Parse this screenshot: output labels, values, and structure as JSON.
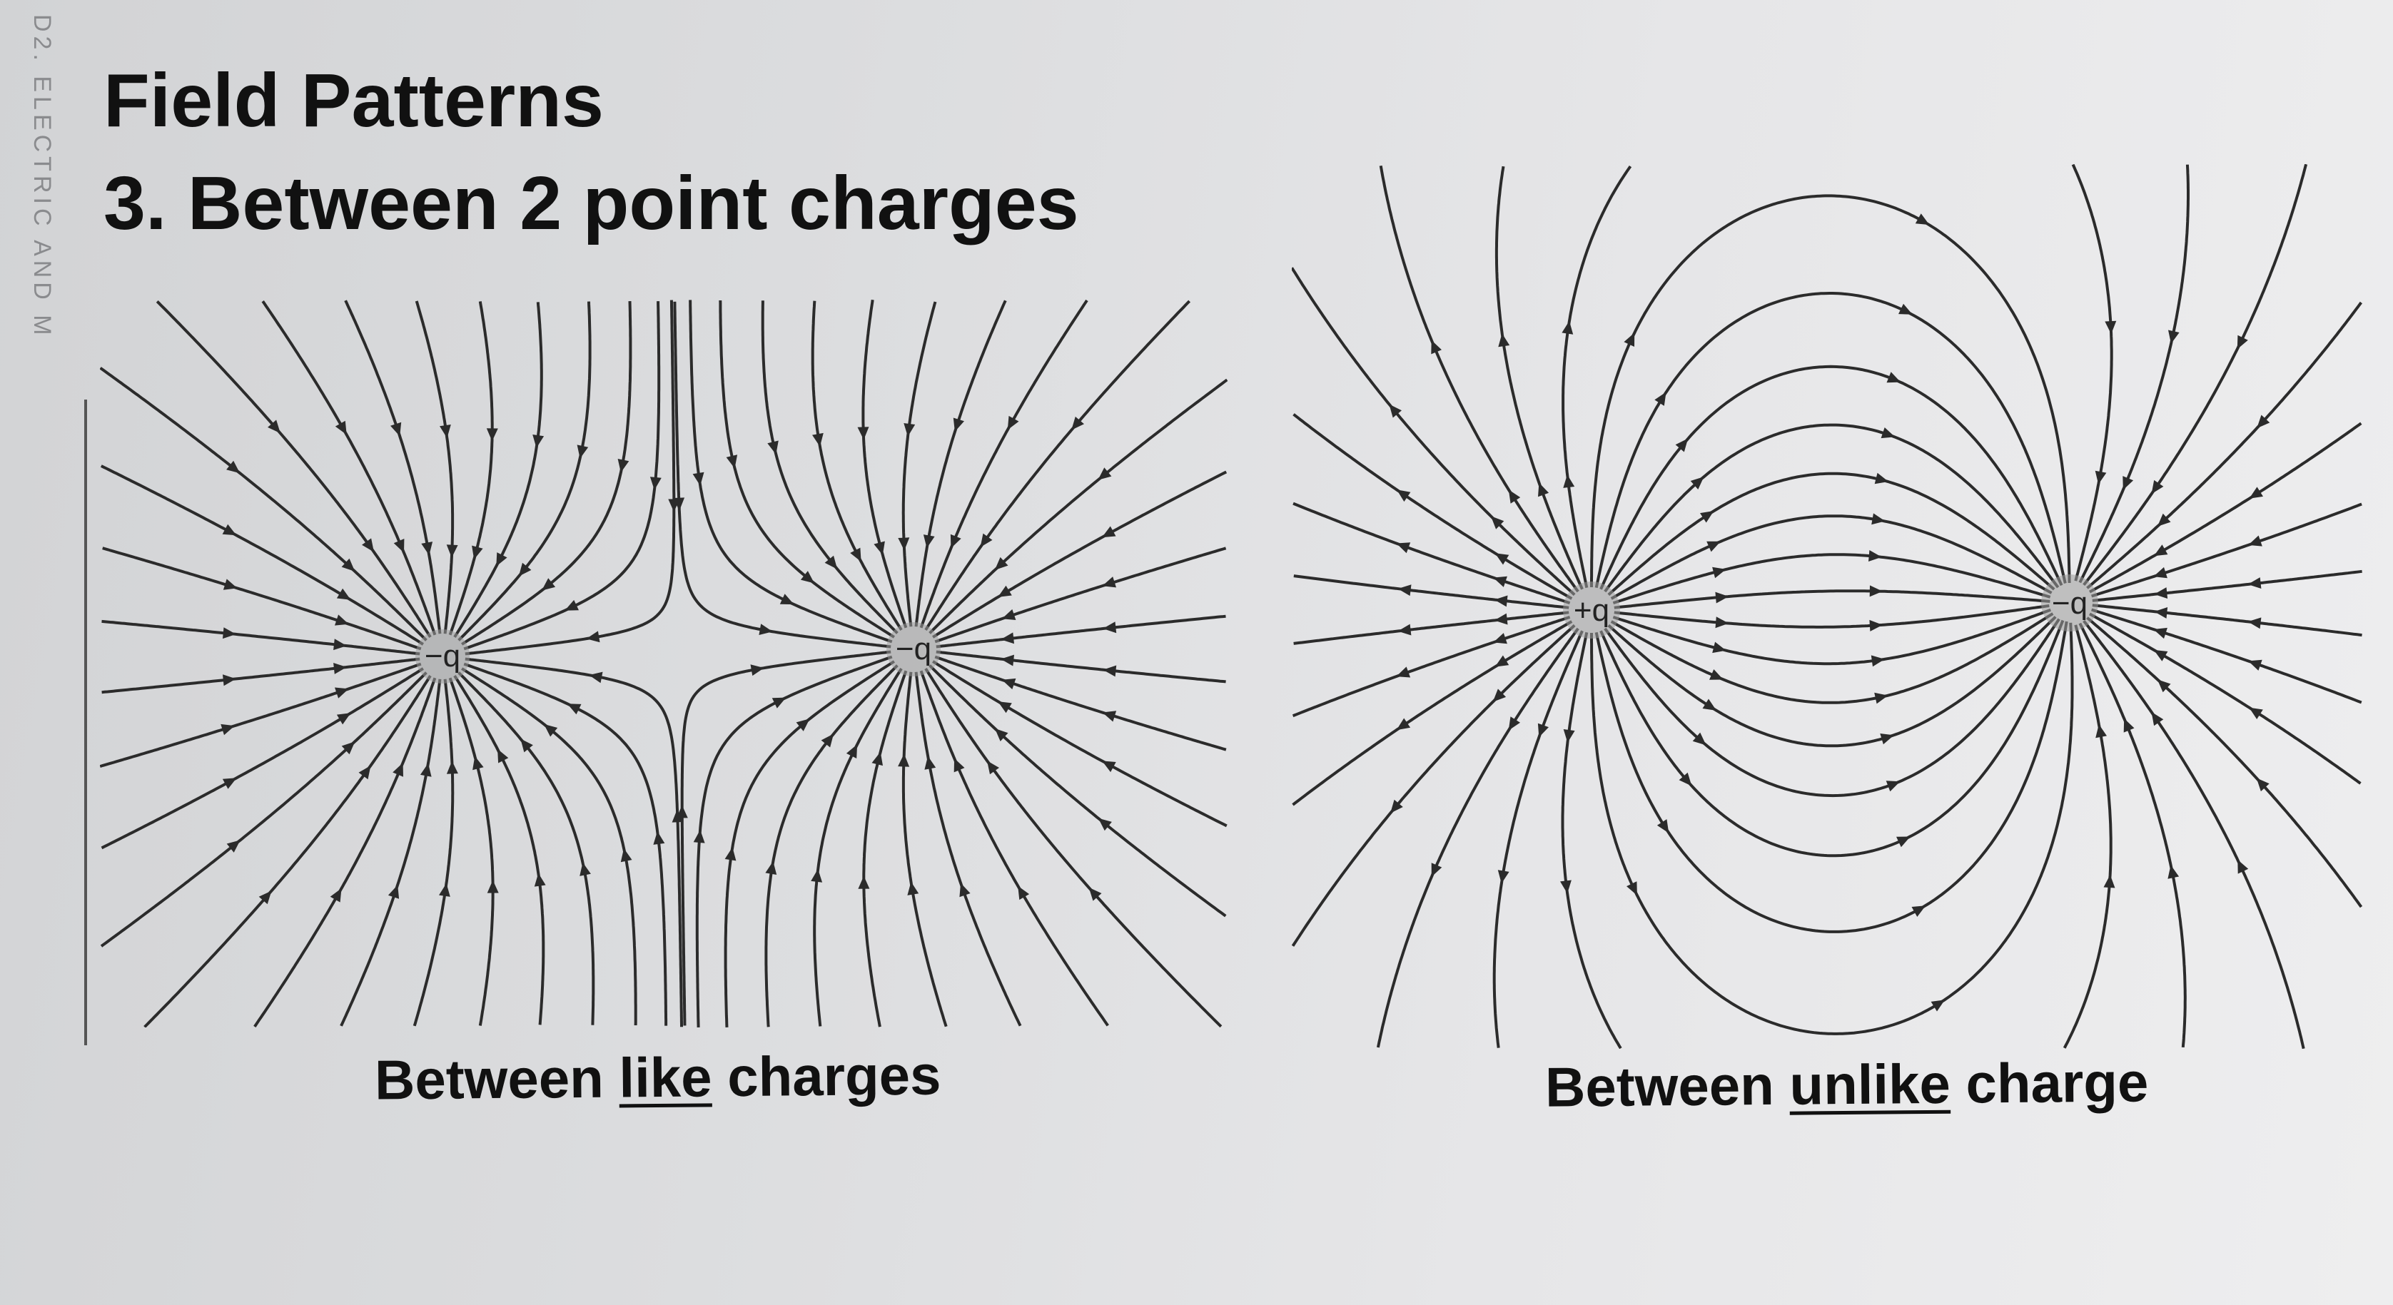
{
  "side_margin_text": "D2. ELECTRIC AND M",
  "title": "Field Patterns",
  "subtitle": "3. Between 2 point charges",
  "like_diagram": {
    "caption_before": "Between ",
    "caption_emph": "like",
    "caption_after": " charges",
    "charge_a_label": "−q",
    "charge_b_label": "−q"
  },
  "unlike_diagram": {
    "caption_before": "Between ",
    "caption_emph": "unlike",
    "caption_after": " charge",
    "positive_label": "+q",
    "negative_label": "−q"
  },
  "colors": {
    "ink": "#1a1a1a",
    "line": "#2b2b2b",
    "charge_fill": "#9a9a9a"
  }
}
